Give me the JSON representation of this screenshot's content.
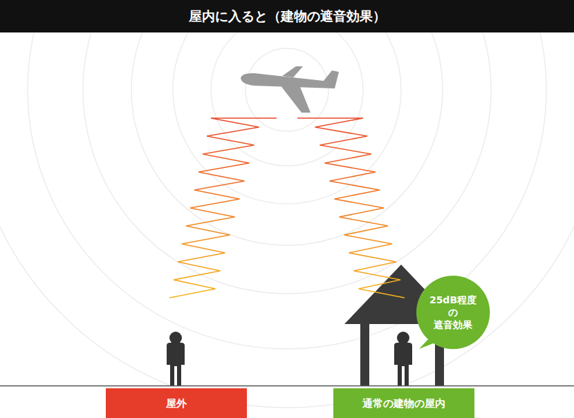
{
  "diagram": {
    "title": "屋内に入ると（建物の遮音効果）",
    "nodes": [
      {
        "text": [
          "屋外"
        ]
      },
      {
        "text": [
          "通常の建物の屋内"
        ]
      },
      {
        "text": [
          "25dB程度 の 遮音効果"
        ]
      }
    ]
  }
}
